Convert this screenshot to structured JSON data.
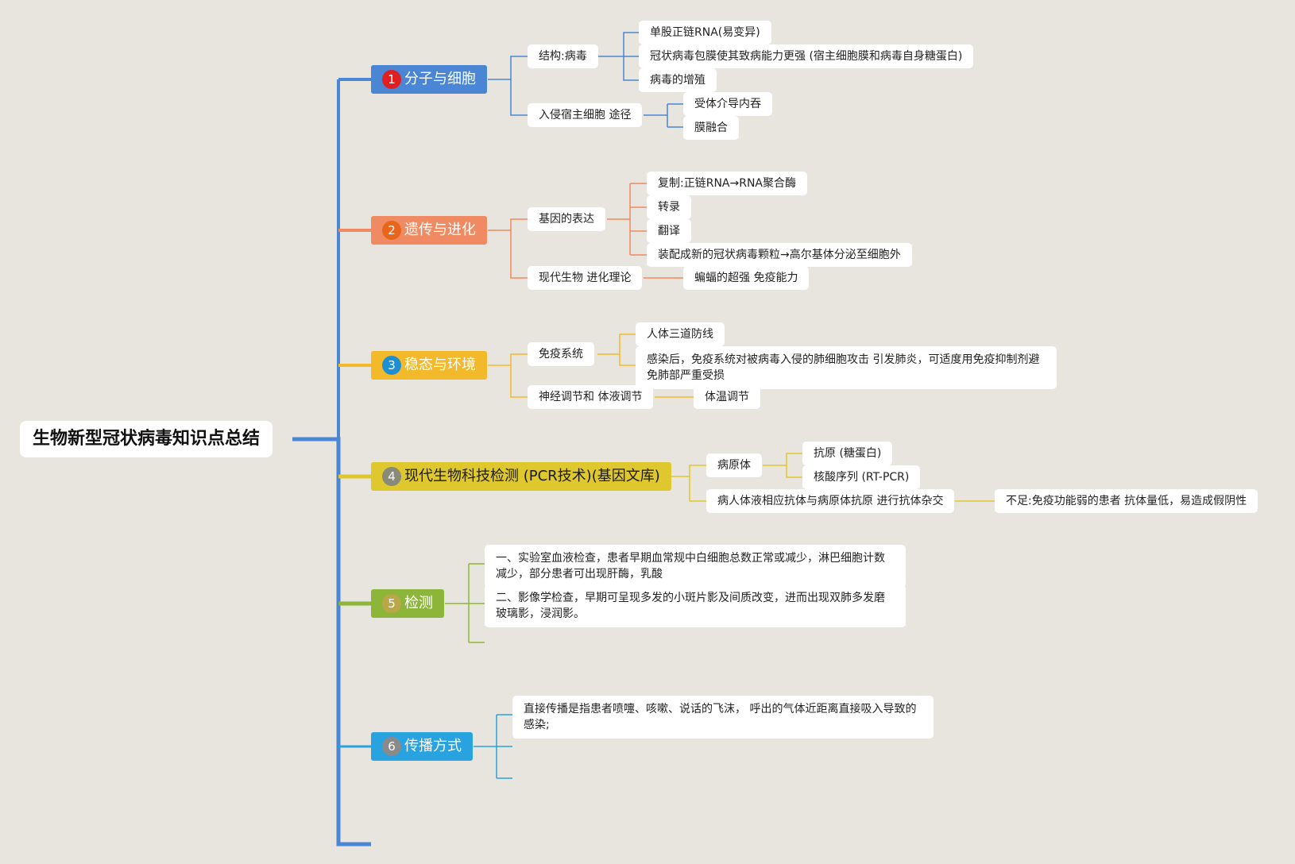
{
  "root": "生物新型冠状病毒知识点总结",
  "colors": {
    "background": "#e8e5de",
    "spine": "#4a86d4",
    "branch1": "#4a86d4",
    "branch2": "#f08a62",
    "branch3": "#f2b92a",
    "branch4": "#dfc82e",
    "branch5": "#8db53a",
    "branch6": "#29a3df"
  },
  "branches": [
    {
      "number": "1",
      "label": "分子与细胞",
      "children": [
        {
          "label": "结构:病毒",
          "children": [
            "单股正链RNA(易变异)",
            "冠状病毒包膜使其致病能力更强 (宿主细胞膜和病毒自身糖蛋白)",
            "病毒的增殖"
          ]
        },
        {
          "label": "入侵宿主细胞 途径",
          "children": [
            "受体介导内吞",
            "膜融合"
          ]
        }
      ]
    },
    {
      "number": "2",
      "label": "遗传与进化",
      "children": [
        {
          "label": "基因的表达",
          "children": [
            "复制:正链RNA→RNA聚合酶",
            "转录",
            "翻译",
            "装配成新的冠状病毒颗粒→高尔基体分泌至细胞外"
          ]
        },
        {
          "label": "现代生物 进化理论",
          "children": [
            "蝙蝠的超强 免疫能力"
          ]
        }
      ]
    },
    {
      "number": "3",
      "label": "稳态与环境",
      "children": [
        {
          "label": "免疫系统",
          "children": [
            "人体三道防线",
            "感染后，免疫系统对被病毒入侵的肺细胞攻击 引发肺炎，可适度用免疫抑制剂避免肺部严重受损"
          ]
        },
        {
          "label": "神经调节和 体液调节",
          "children": [
            "体温调节"
          ]
        }
      ]
    },
    {
      "number": "4",
      "label": "现代生物科技检测 (PCR技术)(基因文库)",
      "children": [
        {
          "label": "病原体",
          "children": [
            "抗原 (糖蛋白)",
            "核酸序列 (RT-PCR)"
          ]
        },
        {
          "label": "病人体液相应抗体与病原体抗原 进行抗体杂交",
          "children": [
            "不足:免疫功能弱的患者 抗体量低，易造成假阴性"
          ]
        }
      ]
    },
    {
      "number": "5",
      "label": "检测",
      "items": [
        "一、实验室血液检查，患者早期血常规中白细胞总数正常或减少，淋巴细胞计数减少，部分患者可出现肝酶，乳酸",
        "二、影像学检查，早期可呈现多发的小斑片影及间质改变，进而出现双肺多发磨玻璃影，浸润影。"
      ]
    },
    {
      "number": "6",
      "label": "传播方式",
      "items": [
        "直接传播是指患者喷嚏、咳嗽、说话的飞沫， 呼出的气体近距离直接吸入导致的感染;"
      ]
    }
  ]
}
